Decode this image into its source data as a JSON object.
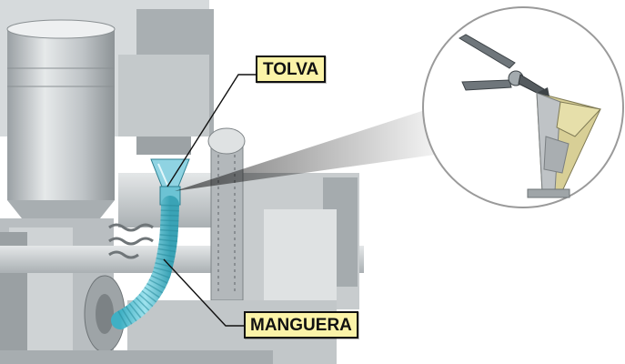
{
  "callouts": {
    "tolva": "TOLVA",
    "manguera": "MANGUERA"
  },
  "colors": {
    "callout_fill": "#fbf3a8",
    "hopper_highlight": "#8fd3e2",
    "hose_highlight": "#5fc7d8",
    "machine_gray": "#c9cdcf",
    "detail_hopper": "#d8cf96"
  },
  "figure": {
    "detail_view": "magnified-hopper-with-pliers"
  }
}
